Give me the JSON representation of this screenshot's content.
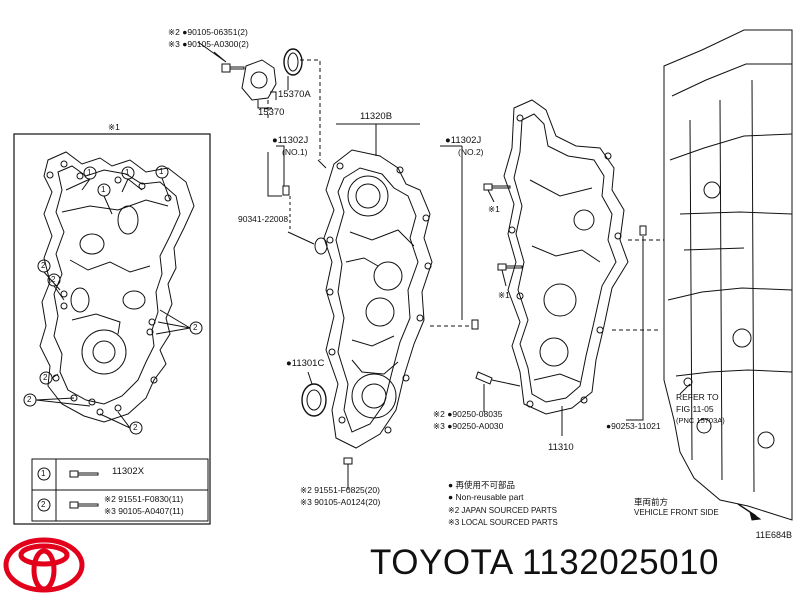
{
  "labels": {
    "top_bolt_1": "※2 ●90105-06351(2)",
    "top_bolt_2": "※3 ●90105-A0300(2)",
    "seal_small": "15370A",
    "cover_small": "15370",
    "inset_note": "※1",
    "cover_main": "11320B",
    "pin_no1_part": "●11302J",
    "pin_no1_note": "(NO.1)",
    "pin_no2_part": "●11302J",
    "pin_no2_note": "(NO.2)",
    "plug": "90341-22008",
    "bolt_note_right_1": "※1",
    "bolt_note_right_2": "※1",
    "oil_seal": "●11301C",
    "stud_1": "※2 ●90250-08035",
    "stud_2": "※3 ●90250-A0030",
    "pin_right": "●90253-11021",
    "case": "11310",
    "refer_1": "REFER TO",
    "refer_2": "FIG 11-05",
    "refer_3": "(PNC 15703A)",
    "bolt_bottom_1": "※2  91551-F0825(20)",
    "bolt_bottom_2": "※3  90105-A0124(20)",
    "legend_1": "● 再使用不可部品",
    "legend_2": "● Non-reusable part",
    "legend_3": "※2 JAPAN SOURCED PARTS",
    "legend_4": "※3 LOCAL SOURCED PARTS",
    "front_jp": "車両前方",
    "front_en": "VEHICLE FRONT SIDE",
    "figure_code": "11E684B"
  },
  "table": {
    "rows": [
      {
        "key": "1",
        "lines": [
          "11302X"
        ]
      },
      {
        "key": "2",
        "lines": [
          "※2 91551-F0830(11)",
          "※3 90105-A0407(11)"
        ]
      }
    ]
  },
  "brand": {
    "name": "TOYOTA 1132025010",
    "logo_color": "#e2001a"
  }
}
